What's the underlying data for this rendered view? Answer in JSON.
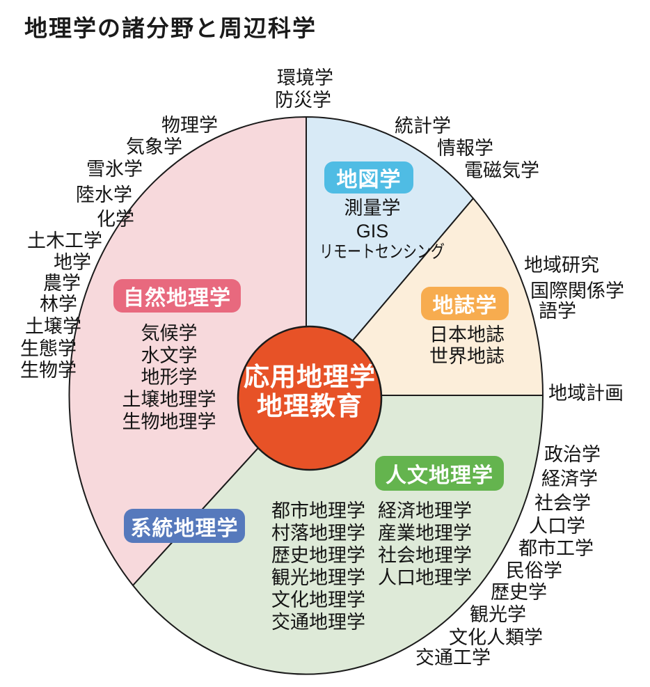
{
  "title": "地理学の諸分野と周辺科学",
  "center_circle": {
    "line1": "応用地理学",
    "line2": "地理教育",
    "color": "#E75227"
  },
  "sectors": {
    "cartography": {
      "label": "地図学",
      "pill_color": "#4FBCE4",
      "fill": "#D8EAF6",
      "items": [
        "測量学",
        "GIS",
        "リモートセンシング"
      ]
    },
    "chorography": {
      "label": "地誌学",
      "pill_color": "#F7AC4F",
      "fill": "#FCEEDA",
      "items": [
        "日本地誌",
        "世界地誌"
      ]
    },
    "human": {
      "label": "人文地理学",
      "pill_color": "#64B44E",
      "fill": "#DEEAD8",
      "items_left": [
        "都市地理学",
        "村落地理学",
        "歴史地理学",
        "観光地理学",
        "文化地理学",
        "交通地理学"
      ],
      "items_right": [
        "経済地理学",
        "産業地理学",
        "社会地理学",
        "人口地理学"
      ]
    },
    "physical": {
      "label": "自然地理学",
      "pill_color": "#E8697E",
      "fill": "#F7D9DC",
      "items": [
        "気候学",
        "水文学",
        "地形学",
        "土壌地理学",
        "生物地理学"
      ]
    },
    "systematic": {
      "label": "系統地理学",
      "pill_color": "#5679BC"
    }
  },
  "outer_labels": {
    "top": [
      "環境学",
      "防災学"
    ],
    "top_right": [
      "統計学",
      "情報学",
      "電磁気学"
    ],
    "right": [
      "地域研究",
      "国際関係学",
      "語学"
    ],
    "right_middle": [
      "地域計画"
    ],
    "bottom_right": [
      "政治学",
      "経済学",
      "社会学",
      "人口学",
      "都市工学",
      "民俗学",
      "歴史学",
      "観光学",
      "文化人類学",
      "交通工学"
    ],
    "left": [
      "物理学",
      "気象学",
      "雪氷学",
      "陸水学",
      "化学",
      "土木工学",
      "地学",
      "農学",
      "林学",
      "土壌学",
      "生態学",
      "生物学"
    ]
  }
}
